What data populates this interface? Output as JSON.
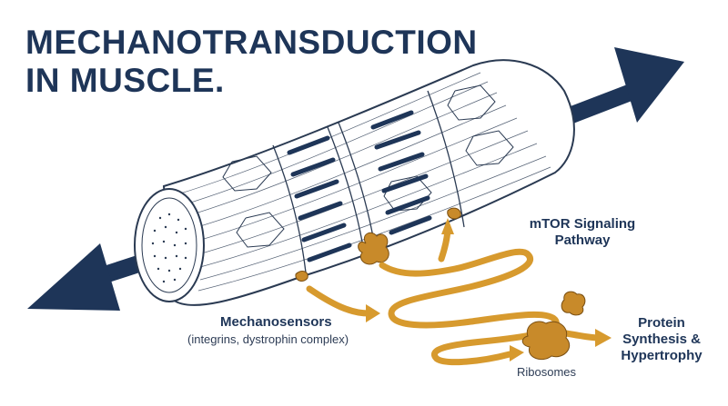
{
  "title": {
    "line1": "MECHANOTRANSDUCTION",
    "line2": "IN MUSCLE."
  },
  "labels": {
    "mechanosensors": "Mechanosensors",
    "mechanosensors_detail": "(integrins, dystrophin complex)",
    "mtor_line1": "mTOR Signaling",
    "mtor_line2": "Pathway",
    "ribosomes": "Ribosomes",
    "protein_line1": "Protein",
    "protein_line2": "Synthesis &",
    "protein_line3": "Hypertrophy"
  },
  "colors": {
    "navy": "#1e3558",
    "gold": "#d79a2e",
    "ribosome": "#c88a2a",
    "outline": "#2a3a52"
  },
  "icons": [
    "tension-arrow-left",
    "tension-arrow-right",
    "mechanosensor-protein",
    "ribosome-cluster",
    "signaling-path"
  ]
}
